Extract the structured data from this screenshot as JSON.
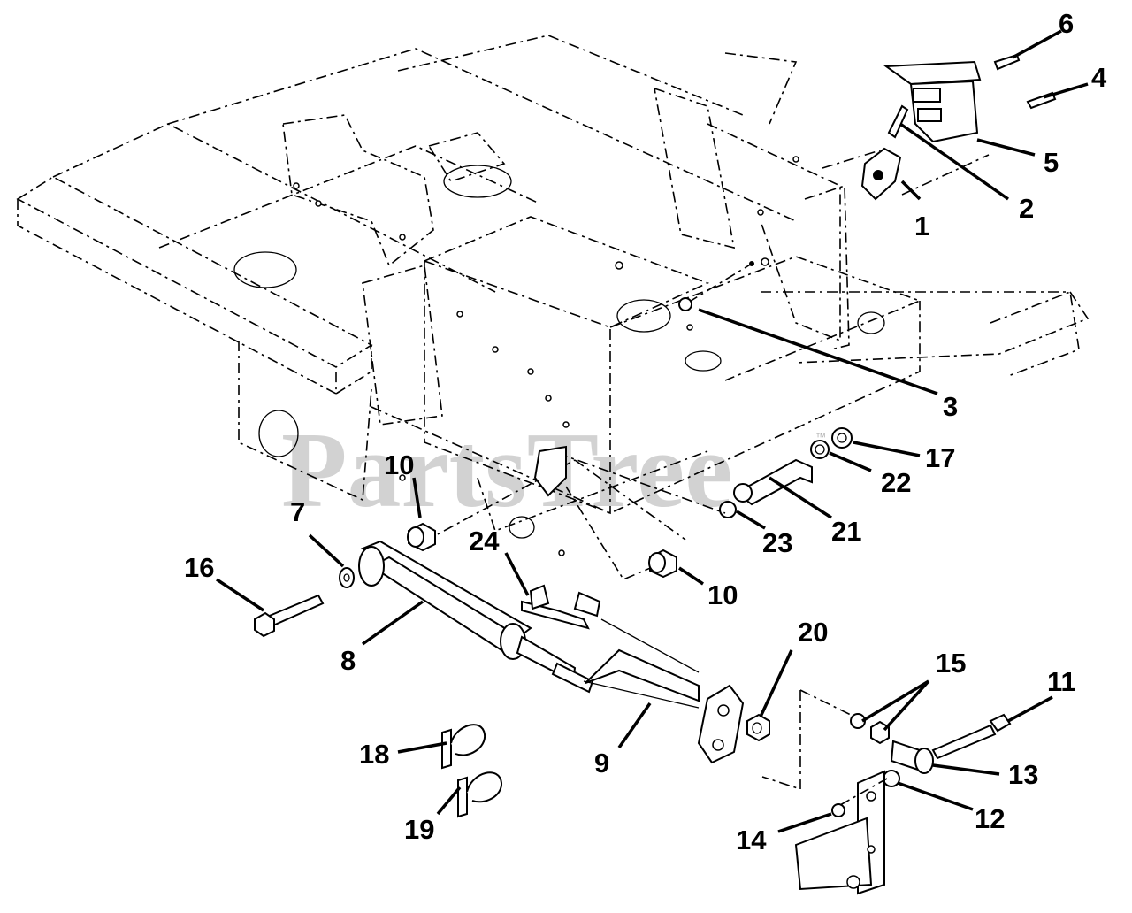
{
  "watermark": {
    "text": "PartsTree",
    "trademark": "™"
  },
  "parts": [
    {
      "id": "1",
      "label": "1"
    },
    {
      "id": "2",
      "label": "2"
    },
    {
      "id": "3",
      "label": "3"
    },
    {
      "id": "4",
      "label": "4"
    },
    {
      "id": "5",
      "label": "5"
    },
    {
      "id": "6",
      "label": "6"
    },
    {
      "id": "7",
      "label": "7"
    },
    {
      "id": "8",
      "label": "8"
    },
    {
      "id": "9",
      "label": "9"
    },
    {
      "id": "10a",
      "label": "10"
    },
    {
      "id": "10b",
      "label": "10"
    },
    {
      "id": "11",
      "label": "11"
    },
    {
      "id": "12",
      "label": "12"
    },
    {
      "id": "13",
      "label": "13"
    },
    {
      "id": "14",
      "label": "14"
    },
    {
      "id": "15",
      "label": "15"
    },
    {
      "id": "16",
      "label": "16"
    },
    {
      "id": "17",
      "label": "17"
    },
    {
      "id": "18",
      "label": "18"
    },
    {
      "id": "19",
      "label": "19"
    },
    {
      "id": "20",
      "label": "20"
    },
    {
      "id": "21",
      "label": "21"
    },
    {
      "id": "22",
      "label": "22"
    },
    {
      "id": "23",
      "label": "23"
    },
    {
      "id": "24",
      "label": "24"
    }
  ]
}
